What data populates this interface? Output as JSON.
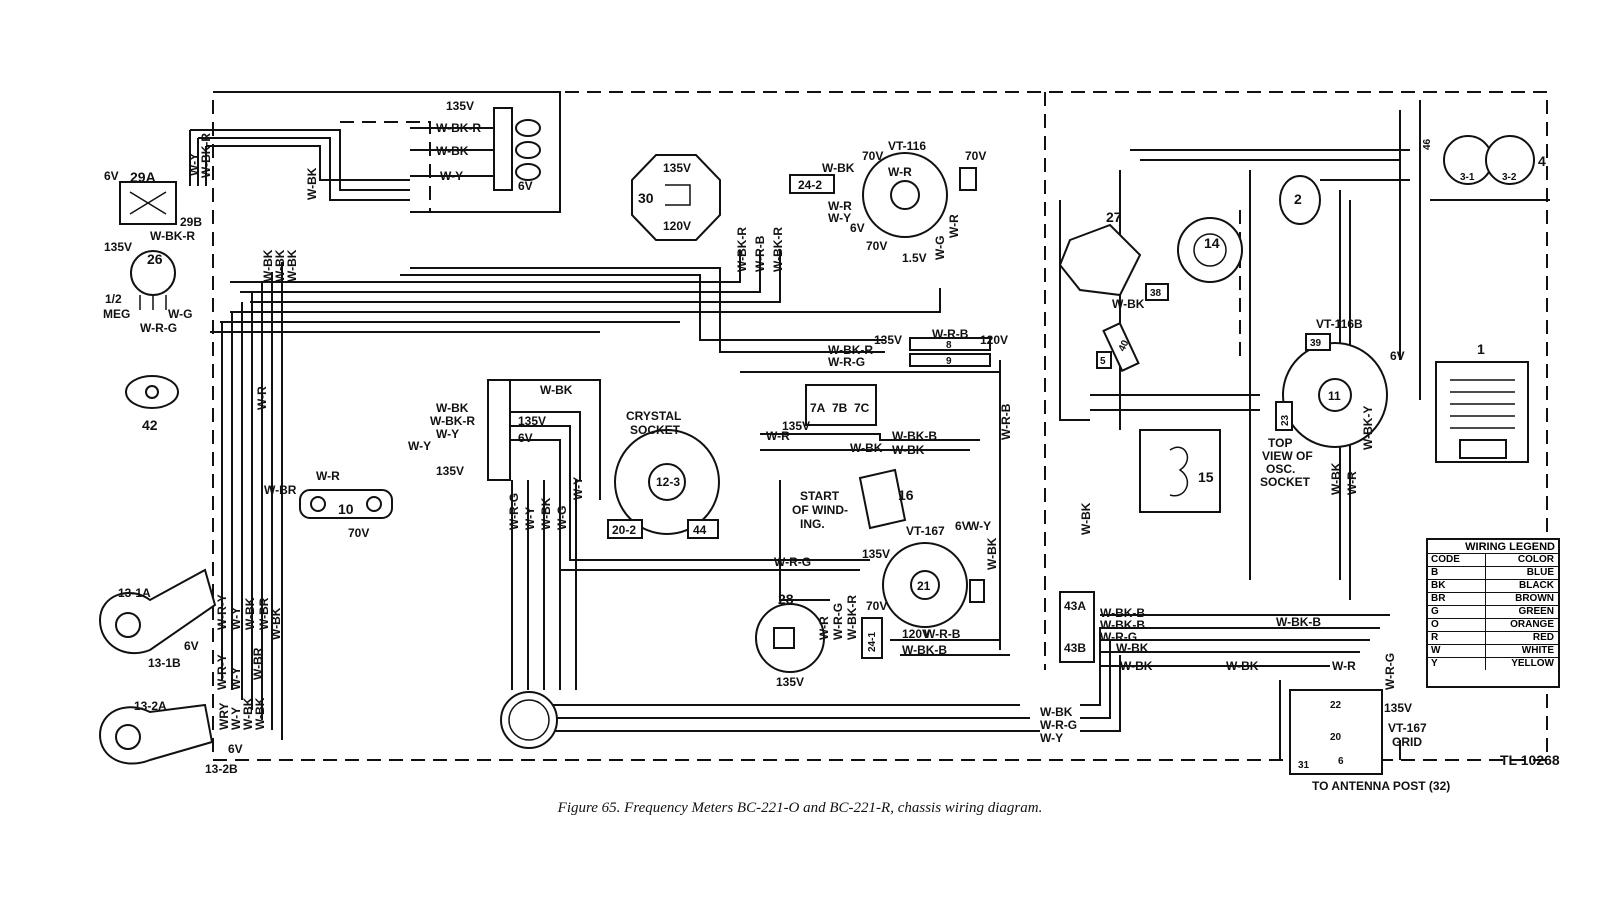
{
  "figure": {
    "caption": "Figure 65.   Frequency Meters BC-221-O and BC-221-R, chassis wiring diagram.",
    "tl_number": "TL 10268",
    "antenna_note": "TO ANTENNA POST (32)"
  },
  "components": {
    "c29a": "29A",
    "c29b": "29B",
    "c26": "26",
    "c26_note_a": "1/2",
    "c26_note_b": "MEG",
    "c42": "42",
    "c131a": "13-1A",
    "c131b": "13-1B",
    "c132a": "13-2A",
    "c132b": "13-2B",
    "c10": "10",
    "c30": "30",
    "c24_2": "24-2",
    "vt116": "VT-116",
    "crystal_socket_a": "CRYSTAL",
    "crystal_socket_b": "SOCKET",
    "c12_3": "12-3",
    "c20_2": "20-2",
    "c44": "44",
    "c7a": "7A",
    "c7b": "7B",
    "c7c": "7C",
    "c16": "16",
    "start_winding_a": "START",
    "start_winding_b": "OF WIND-",
    "start_winding_c": "ING.",
    "vt167": "VT-167",
    "c21": "21",
    "c28": "28",
    "c24_1": "24-1",
    "c8": "8",
    "c9": "9",
    "c27": "27",
    "c14": "14",
    "c2": "2",
    "c38": "38",
    "c40": "40",
    "c5": "5",
    "c15": "15",
    "c43a": "43A",
    "c43b": "43B",
    "vt116b": "VT-116B",
    "c39": "39",
    "c23": "23",
    "c11": "11",
    "top_view_a": "TOP",
    "top_view_b": "VIEW OF",
    "top_view_c": "OSC.",
    "top_view_d": "SOCKET",
    "c3_1": "3-1",
    "c3_2": "3-2",
    "c4": "4",
    "c46": "46",
    "c1": "1",
    "c22": "22",
    "c20": "20",
    "c31": "31",
    "c6": "6",
    "vt167_grid_a": "VT-167",
    "vt167_grid_b": "GRID"
  },
  "voltages": {
    "v6": "6V",
    "v135": "135V",
    "v120": "120V",
    "v70": "70V",
    "v1_5": "1.5V"
  },
  "wires": {
    "w_bk_r": "W-BK-R",
    "w_bk": "W-BK",
    "w_y": "W-Y",
    "w_r": "W-R",
    "w_g": "W-G",
    "w_r_g": "W-R-G",
    "w_r_b": "W-R-B",
    "w_br": "W-BR",
    "w_bk_b": "W-BK-B",
    "w_r_y": "W-R-Y",
    "w_bk_y": "W-BK-Y",
    "wry": "WRY"
  },
  "legend": {
    "title": "WIRING LEGEND",
    "head_code": "CODE",
    "head_color": "COLOR",
    "rows": [
      {
        "code": "B",
        "color": "BLUE"
      },
      {
        "code": "BK",
        "color": "BLACK"
      },
      {
        "code": "BR",
        "color": "BROWN"
      },
      {
        "code": "G",
        "color": "GREEN"
      },
      {
        "code": "O",
        "color": "ORANGE"
      },
      {
        "code": "R",
        "color": "RED"
      },
      {
        "code": "W",
        "color": "WHITE"
      },
      {
        "code": "Y",
        "color": "YELLOW"
      }
    ]
  }
}
